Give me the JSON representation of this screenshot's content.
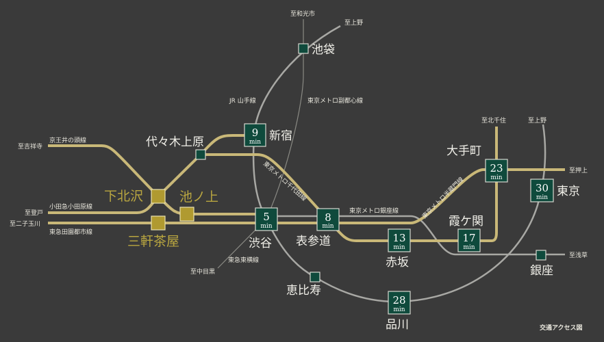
{
  "title": "交通アクセス図",
  "colors": {
    "background": "#3a3a3a",
    "line_gold": "#c9b878",
    "line_gray": "#a8a8a4",
    "station_box": "#0f4a3c",
    "local_station": "#b09a30"
  },
  "unit": "min",
  "stations": {
    "ikebukuro": "池袋",
    "shinjuku": {
      "name": "新宿",
      "time": "9"
    },
    "yoyogi_uehara": "代々木上原",
    "shimokitazawa": "下北沢",
    "ikenoue": "池ノ上",
    "sangenjaya": "三軒茶屋",
    "shibuya": {
      "name": "渋谷",
      "time": "5"
    },
    "omotesando": {
      "name": "表参道",
      "time": "8"
    },
    "akasaka": {
      "name": "赤坂",
      "time": "13"
    },
    "kasumigaseki": {
      "name": "霞ケ関",
      "time": "17"
    },
    "otemachi": {
      "name": "大手町",
      "time": "23"
    },
    "tokyo": {
      "name": "東京",
      "time": "30"
    },
    "shinagawa": {
      "name": "品川",
      "time": "28"
    },
    "ebisu": "恵比寿",
    "ginza": "銀座"
  },
  "lines": {
    "yamanote": "JR 山手線",
    "fukutoshin": "東京メトロ副都心線",
    "inokashira": "京王井の頭線",
    "odakyu": "小田急小田原線",
    "denentoshi": "東急田園都市線",
    "toyoko": "東急東横線",
    "chiyoda": "東京メトロ千代田線",
    "ginza": "東京メトロ銀座線",
    "hanzomon": "東京メトロ半蔵門線"
  },
  "destinations": {
    "wakoshi": "至和光市",
    "ueno_top": "至上野",
    "kichijoji": "至吉祥寺",
    "noborito": "至登戸",
    "futakotamagawa": "至二子玉川",
    "nakameguro": "至中目黒",
    "kitasenju": "至北千住",
    "ueno_right": "至上野",
    "oshiage": "至押上",
    "asakusa": "至浅草"
  }
}
